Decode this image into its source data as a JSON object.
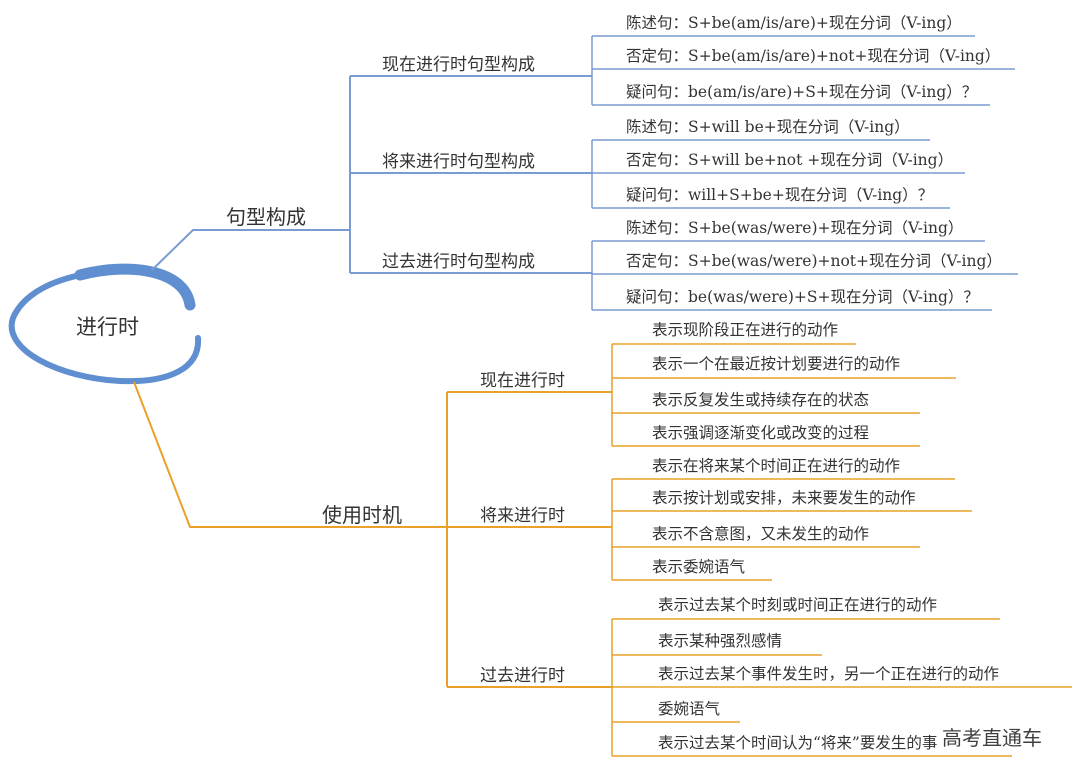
{
  "central": {
    "label": "进行时"
  },
  "colors": {
    "blue": "#7a9bd0",
    "orange": "#e9a12a",
    "blue_ring": "#5f8fd0",
    "text": "#333333"
  },
  "branches": [
    {
      "label": "句型构成",
      "color": "#7a9bd0",
      "groups": [
        {
          "label": "现在进行时句型构成",
          "items": [
            "陈述句：S+be(am/is/are)+现在分词（V-ing）",
            "否定句：S+be(am/is/are)+not+现在分词（V-ing）",
            "疑问句：be(am/is/are)+S+现在分词（V-ing）？"
          ]
        },
        {
          "label": "将来进行时句型构成",
          "items": [
            "陈述句：S+will be+现在分词（V-ing）",
            "否定句：S+will be+not +现在分词（V-ing）",
            "疑问句：will+S+be+现在分词（V-ing）？"
          ]
        },
        {
          "label": "过去进行时句型构成",
          "items": [
            "陈述句：S+be(was/were)+现在分词（V-ing）",
            "否定句：S+be(was/were)+not+现在分词（V-ing）",
            "疑问句：be(was/were)+S+现在分词（V-ing）？"
          ]
        }
      ]
    },
    {
      "label": "使用时机",
      "color": "#e9a12a",
      "groups": [
        {
          "label": "现在进行时",
          "items": [
            "表示现阶段正在进行的动作",
            "表示一个在最近按计划要进行的动作",
            "表示反复发生或持续存在的状态",
            "表示强调逐渐变化或改变的过程"
          ]
        },
        {
          "label": "将来进行时",
          "items": [
            "表示在将来某个时间正在进行的动作",
            "表示按计划或安排，未来要发生的动作",
            "表示不含意图，又未发生的动作",
            "表示委婉语气"
          ]
        },
        {
          "label": "过去进行时",
          "items": [
            "表示过去某个时刻或时间正在进行的动作",
            "表示某种强烈感情",
            "表示过去某个事件发生时，另一个正在进行的动作",
            "委婉语气",
            "表示过去某个时间认为“将来”要发生的事"
          ]
        }
      ]
    }
  ],
  "watermark": "高考直通车"
}
